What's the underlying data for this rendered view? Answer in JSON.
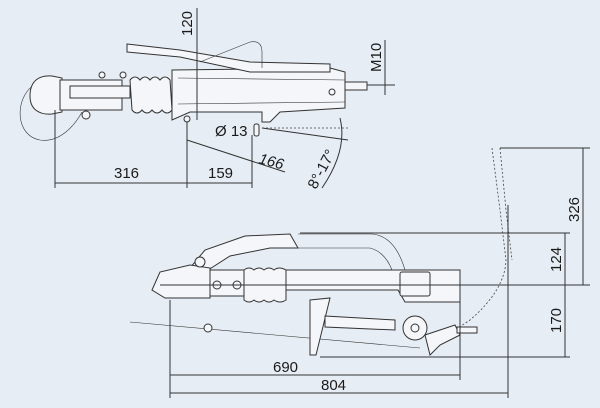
{
  "title": "Overrun coupling dimension drawing",
  "top_view": {
    "dim_height": "120",
    "dim_thread": "M10",
    "dim_hole": "Ø 13",
    "dim_diag": "166",
    "dim_angle": "8°-17°",
    "dim_left": "316",
    "dim_right": "159"
  },
  "side_view": {
    "dim_326": "326",
    "dim_124": "124",
    "dim_170": "170",
    "dim_690": "690",
    "dim_804": "804"
  },
  "colors": {
    "background": "#e7edf4",
    "line": "#333333"
  }
}
